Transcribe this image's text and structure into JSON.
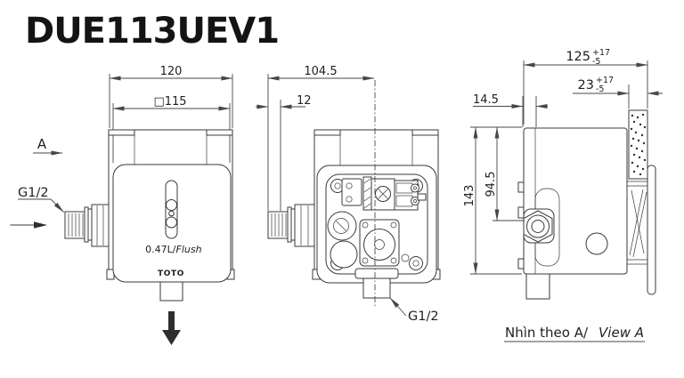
{
  "title": "DUE113UEV1",
  "colors": {
    "line": "#3a3a3a",
    "dim_line": "#474747",
    "text": "#1f1f1f",
    "background": "#ffffff"
  },
  "front_view": {
    "dim_plate_width": "120",
    "dim_cover_width": "□115",
    "view_direction_label": "A",
    "inlet_thread_label": "G1/2",
    "flush_volume_value": "0.47L/",
    "flush_volume_word": "Flush",
    "brand_logo": "TOTO"
  },
  "back_view": {
    "dim_depth_to_center": "104.5",
    "dim_thread_length": "12",
    "outlet_thread_label": "G1/2"
  },
  "side_view": {
    "dim_overall_depth": "125",
    "dim_overall_depth_tol_plus": "+17",
    "dim_overall_depth_tol_minus": "-5",
    "dim_wall_thickness": "23",
    "dim_wall_thickness_tol_plus": "+17",
    "dim_wall_thickness_tol_minus": "-5",
    "dim_front_clearance": "14.5",
    "dim_inlet_center_height": "94.5",
    "dim_overall_height": "143",
    "caption_vietnamese": "Nhìn theo A/",
    "caption_english": "View A"
  }
}
